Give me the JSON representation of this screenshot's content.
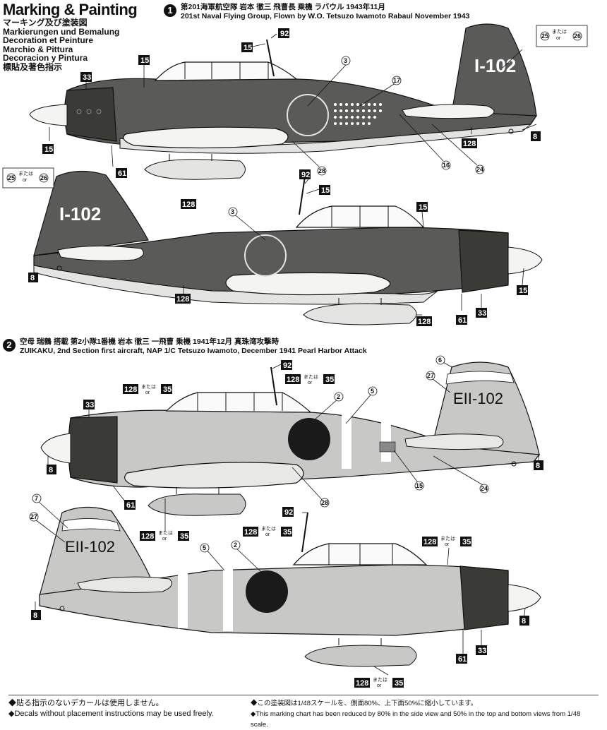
{
  "header": {
    "title": "Marking & Painting",
    "lines": [
      "マーキング及び塗装図",
      "Markierungen und Bemalung",
      "Decoration et Peinture",
      "Marchio & Pittura",
      "Decoracion y Pintura",
      "標貼及著色指示"
    ]
  },
  "section1": {
    "number": "1",
    "jp": "第201海軍航空隊 岩本 徹三 飛曹長 乗機 ラバウル 1943年11月",
    "en": "201st Naval Flying Group, Flown by W.O. Tetsuzo Iwamoto Rabaul November 1943",
    "tail_code": "I-102",
    "alt_note": {
      "a": "25",
      "mid": "または",
      "or": "or",
      "b": "26"
    }
  },
  "section2": {
    "number": "2",
    "jp": "空母 瑞鶴 搭載 第2小隊1番機 岩本 徹三 一飛曹 乗機 1941年12月 真珠湾攻撃時",
    "en": "ZUIKAKU, 2nd Section first aircraft, NAP 1/C Tetsuzo Iwamoto, December 1941 Pearl Harbor Attack",
    "tail_code": "EII-102"
  },
  "labels": {
    "or_jp": "または",
    "or_en": "or",
    "n3": "3",
    "n17": "17",
    "n15": "15",
    "n92": "92",
    "n33": "33",
    "n61": "61",
    "n28": "28",
    "n16": "16",
    "n24": "24",
    "n128": "128",
    "n8": "8",
    "n2": "2",
    "n5": "5",
    "n6": "6",
    "n27": "27",
    "n7": "7",
    "n35": "35",
    "n25": "25",
    "n26": "26"
  },
  "colors": {
    "dark_green": "#5a5a58",
    "light_grey": "#c8c8c6",
    "underside": "#e4e4e2",
    "cowling": "#3a3a36",
    "hinomaru": "#1a1a1a"
  },
  "footer": {
    "left1": "◆貼る指示のないデカールは使用しません。",
    "left2": "◆Decals without placement instructions may be used freely.",
    "right1": "◆この塗装図は1/48スケールを、側面80%、上下面50%に縮小しています。",
    "right2": "◆This marking chart has been reduced by 80% in the side view and 50% in the top and bottom views from 1/48 scale."
  }
}
